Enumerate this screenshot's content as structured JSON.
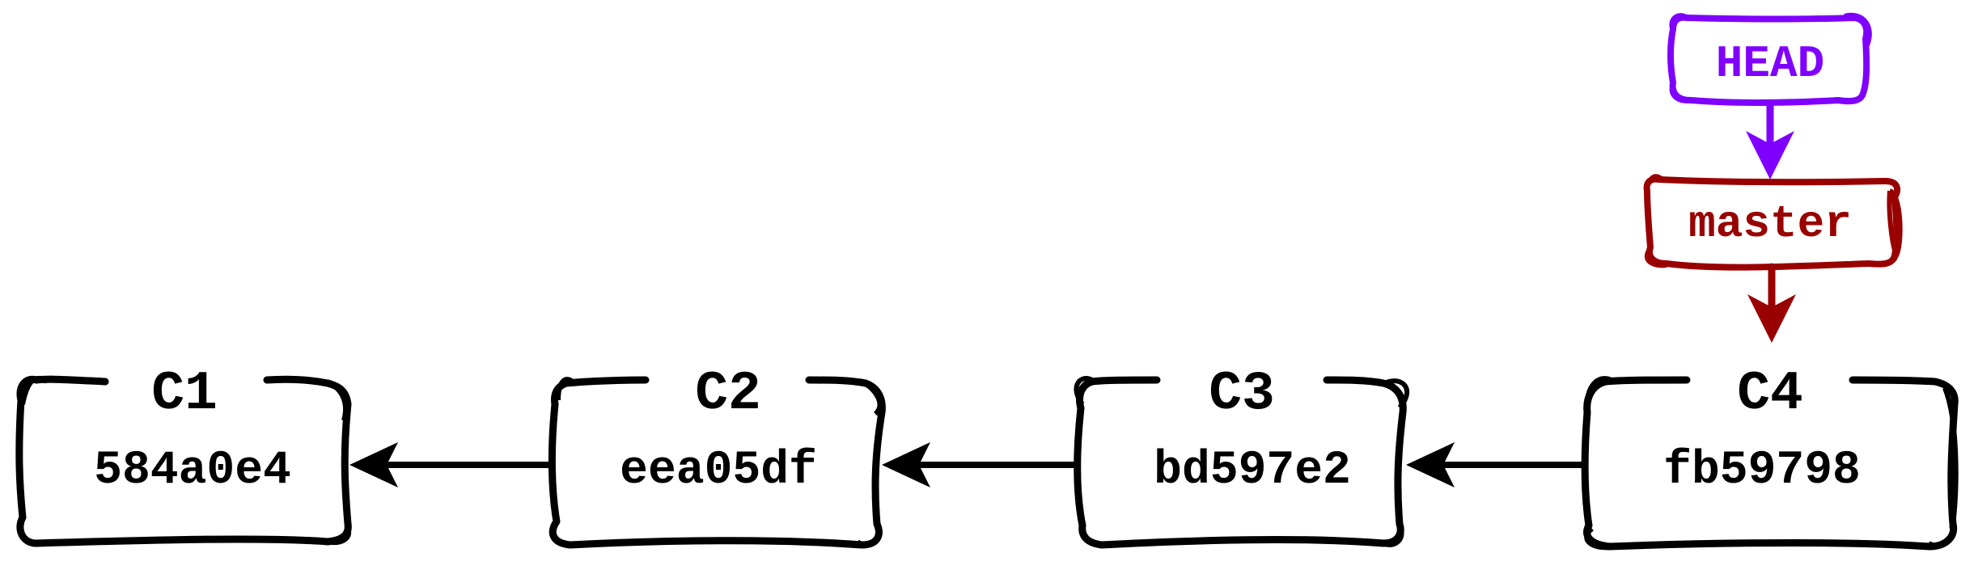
{
  "commits": [
    {
      "id": "C1",
      "hash": "584a0e4"
    },
    {
      "id": "C2",
      "hash": "eea05df"
    },
    {
      "id": "C3",
      "hash": "bd597e2"
    },
    {
      "id": "C4",
      "hash": "fb59798"
    }
  ],
  "refs": {
    "head": {
      "label": "HEAD",
      "color": "#7f00ff"
    },
    "branch": {
      "label": "master",
      "color": "#990000"
    }
  },
  "colors": {
    "ink": "#000000",
    "background": "#ffffff"
  }
}
